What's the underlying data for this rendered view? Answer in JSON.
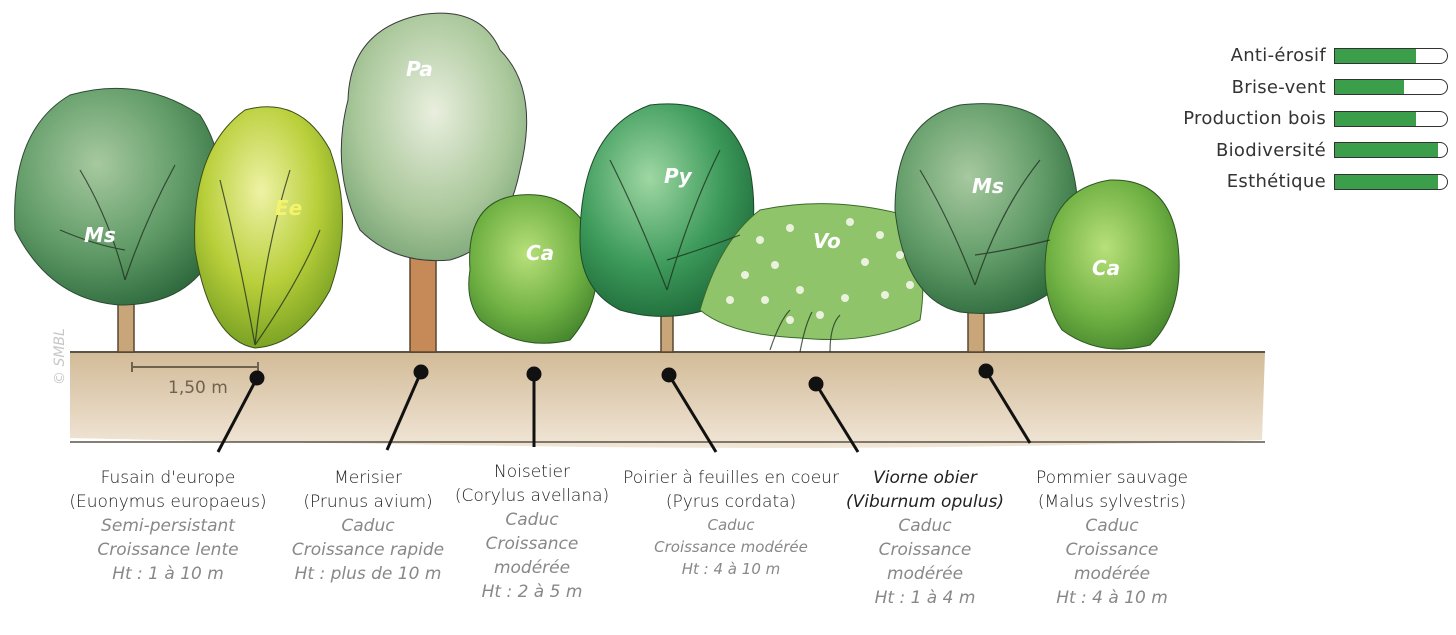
{
  "credit": "© SMBL",
  "scale_label": "1,50 m",
  "trees": [
    {
      "code": "Ms"
    },
    {
      "code": "Ee"
    },
    {
      "code": "Pa"
    },
    {
      "code": "Ca"
    },
    {
      "code": "Py"
    },
    {
      "code": "Vo"
    },
    {
      "code": "Ms"
    },
    {
      "code": "Ca"
    }
  ],
  "legend": [
    {
      "label": "Anti-érosif",
      "value": 0.72
    },
    {
      "label": "Brise-vent",
      "value": 0.62
    },
    {
      "label": "Production bois",
      "value": 0.72
    },
    {
      "label": "Biodiversité",
      "value": 0.92
    },
    {
      "label": "Esthétique",
      "value": 0.92
    }
  ],
  "colors": {
    "bar_fill": "#3a9e4b",
    "soil": "#d8c3a5",
    "foliage_dark": "#4f8a57",
    "foliage_light": "#b9cf3a"
  },
  "species": [
    {
      "common": "Fusain d'europe",
      "latin": "(Euonymus europaeus)",
      "lines": [
        "Semi-persistant",
        "Croissance lente",
        "Ht : 1 à 10 m"
      ]
    },
    {
      "common": "Merisier",
      "latin": "(Prunus avium)",
      "lines": [
        "Caduc",
        "Croissance rapide",
        "Ht : plus de 10 m"
      ]
    },
    {
      "common": "Noisetier",
      "latin": "(Corylus avellana)",
      "lines": [
        "Caduc",
        "Croissance",
        "modérée",
        "Ht : 2 à 5 m"
      ]
    },
    {
      "common": "Poirier à feuilles en coeur",
      "latin": "(Pyrus cordata)",
      "lines": [
        "Caduc",
        "Croissance modérée",
        "Ht : 4 à 10 m"
      ]
    },
    {
      "common": "Viorne obier",
      "latin": "(Viburnum opulus)",
      "lines": [
        "Caduc",
        "Croissance",
        "modérée",
        "Ht : 1 à 4 m"
      ]
    },
    {
      "common": "Pommier sauvage",
      "latin": "(Malus sylvestris)",
      "lines": [
        "Caduc",
        "Croissance",
        "modérée",
        "Ht : 4 à 10 m"
      ]
    }
  ]
}
